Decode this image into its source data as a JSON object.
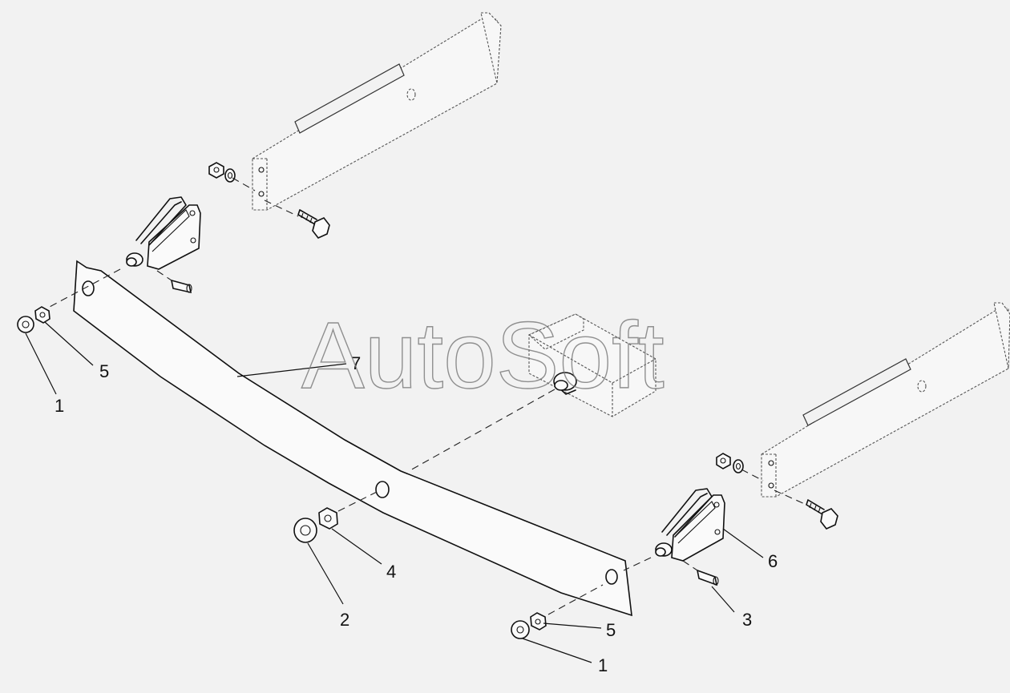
{
  "watermark": "AutoSoft",
  "callouts": {
    "c1_left": "1",
    "c5_left": "5",
    "c7": "7",
    "c2": "2",
    "c4": "4",
    "c6": "6",
    "c3": "3",
    "c5_right": "5",
    "c1_right": "1"
  }
}
